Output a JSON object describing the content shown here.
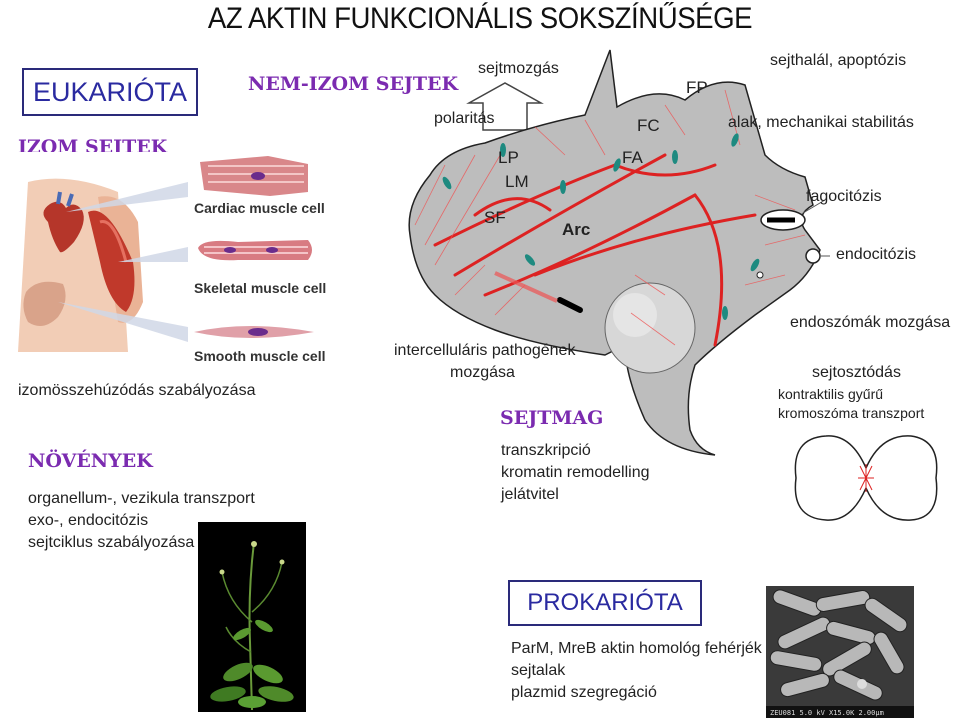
{
  "title": "AZ AKTIN FUNKCIONÁLIS SOKSZÍNŰSÉGE",
  "eukariota": "EUKARIÓTA",
  "prokariota": "PROKARIÓTA",
  "sections": {
    "izom": "IZOM SEJTEK",
    "nemizom": "NEM-IZOM SEJTEK",
    "novenyek": "NÖVÉNYEK",
    "sejtmag": "SEJTMAG"
  },
  "muscle_labels": {
    "cardiac": "Cardiac muscle cell",
    "skeletal": "Skeletal muscle cell",
    "smooth": "Smooth muscle cell"
  },
  "muscle_text": "izomösszehúzódás szabályozása",
  "plant_lines": [
    "organellum-, vezikula transzport",
    "exo-, endocitózis",
    "sejtciklus szabályozása"
  ],
  "cell_labels": {
    "sejtmozgas": "sejtmozgás",
    "polaritas": "polaritás",
    "lp": "LP",
    "lm": "LM",
    "sf": "SF",
    "arc": "Arc",
    "fc": "FC",
    "fa": "FA",
    "fp": "FP"
  },
  "right_labels": {
    "apoptozis": "sejthalál, apoptózis",
    "alak": "alak, mechanikai stabilitás",
    "fagocitozis": "fagocitózis",
    "endocitozis": "endocitózis",
    "endoszoma": "endoszómák mozgása",
    "sejtosztodas": "sejtosztódás",
    "kontraktilis": "kontraktilis gyűrű",
    "kromoszoma": "kromoszóma transzport"
  },
  "pathogen_lines": [
    "intercelluláris pathogének",
    "mozgása"
  ],
  "nucleus_lines": [
    "transzkripció",
    "kromatin remodelling",
    "jelátvitel"
  ],
  "prok_lines": [
    "ParM, MreB aktin homológ fehérjék",
    "sejtalak",
    "plazmid szegregáció"
  ],
  "sem_caption": "ZEU081  5.0 kV X15.0K  2.00µm"
}
